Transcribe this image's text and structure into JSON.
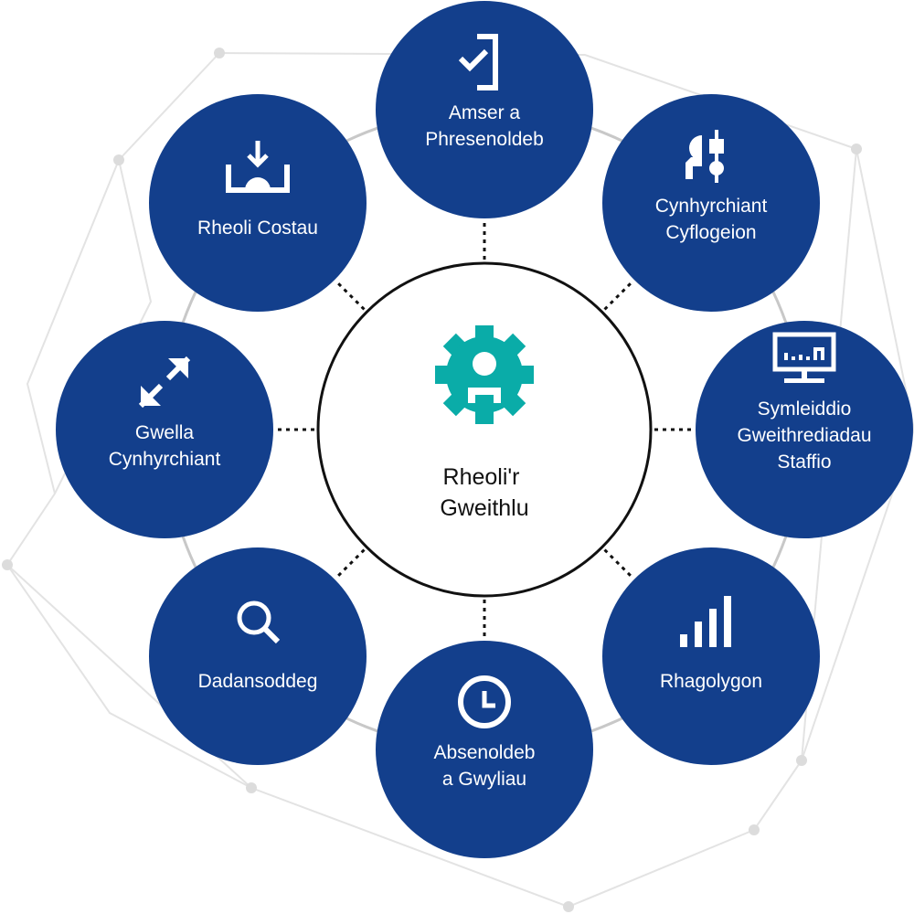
{
  "colors": {
    "node": "#133f8c",
    "accent": "#0aaca8",
    "orbit": "#c8c8c8",
    "network": "#e3e3e3"
  },
  "center": {
    "lines": [
      "Rheoli'r",
      "Gweithlu"
    ],
    "icon": "gear-person-icon"
  },
  "nodes": [
    {
      "id": "amser",
      "lines": [
        "Amser a",
        "Phresenoldeb"
      ],
      "icon": "check-clipboard-icon"
    },
    {
      "id": "cynhyrchiant",
      "lines": [
        "Cynhyrchiant",
        "Cyflogeion"
      ],
      "icon": "worker-lever-icon"
    },
    {
      "id": "symleiddio",
      "lines": [
        "Symleiddio",
        "Gweithrediadau",
        "Staffio"
      ],
      "icon": "monitor-dashboard-icon"
    },
    {
      "id": "rhagolygon",
      "lines": [
        "Rhagolygon"
      ],
      "icon": "bar-chart-icon"
    },
    {
      "id": "absenoldeb",
      "lines": [
        "Absenoldeb",
        "a Gwyliau"
      ],
      "icon": "clock-icon"
    },
    {
      "id": "dadansoddeg",
      "lines": [
        "Dadansoddeg"
      ],
      "icon": "magnifier-icon"
    },
    {
      "id": "gwella",
      "lines": [
        "Gwella",
        "Cynhyrchiant"
      ],
      "icon": "expand-arrows-icon"
    },
    {
      "id": "costau",
      "lines": [
        "Rheoli Costau"
      ],
      "icon": "download-tray-icon"
    }
  ]
}
